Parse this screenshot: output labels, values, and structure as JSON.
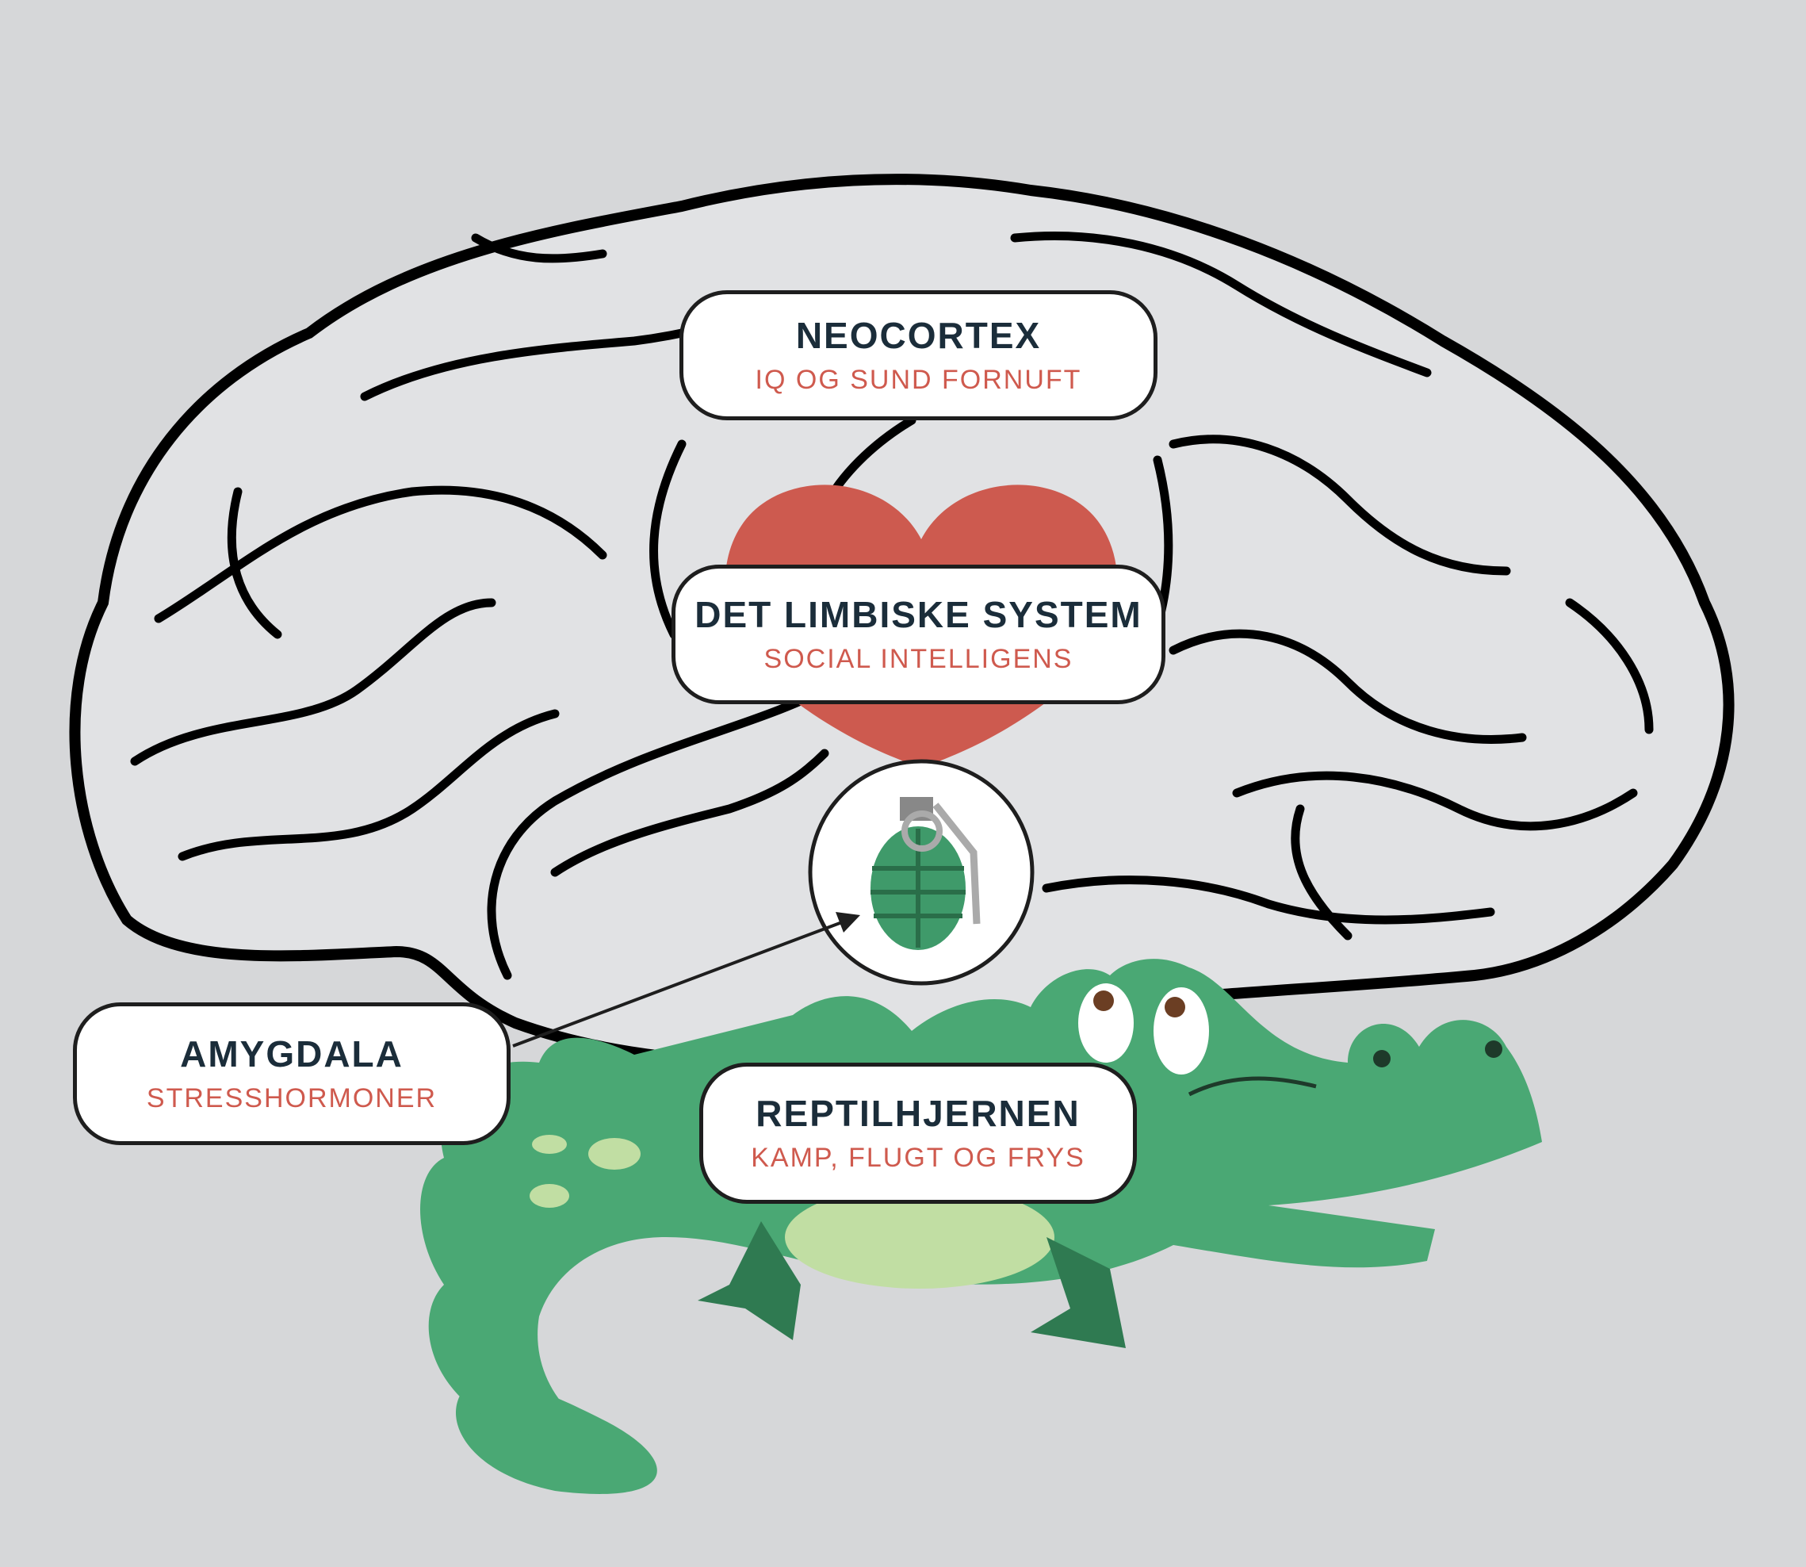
{
  "labels": {
    "neocortex": {
      "title": "NEOCORTEX",
      "subtitle": "IQ OG SUND FORNUFT"
    },
    "limbic": {
      "title": "DET LIMBISKE SYSTEM",
      "subtitle": "SOCIAL INTELLIGENS"
    },
    "amygdala": {
      "title": "AMYGDALA",
      "subtitle": "STRESSHORMONER"
    },
    "reptile": {
      "title": "REPTILHJERNEN",
      "subtitle": "KAMP, FLUGT OG FRYS"
    }
  },
  "colors": {
    "background": "#d6d7d9",
    "brain_fill": "#e1e2e4",
    "heart": "#cd5a4f",
    "crocodile": "#4aa874",
    "title_text": "#1b2d3a",
    "subtitle_text": "#cf5a4e"
  },
  "icons": [
    "brain-illustration",
    "heart-icon",
    "grenade-icon",
    "crocodile-illustration",
    "arrow-icon"
  ]
}
